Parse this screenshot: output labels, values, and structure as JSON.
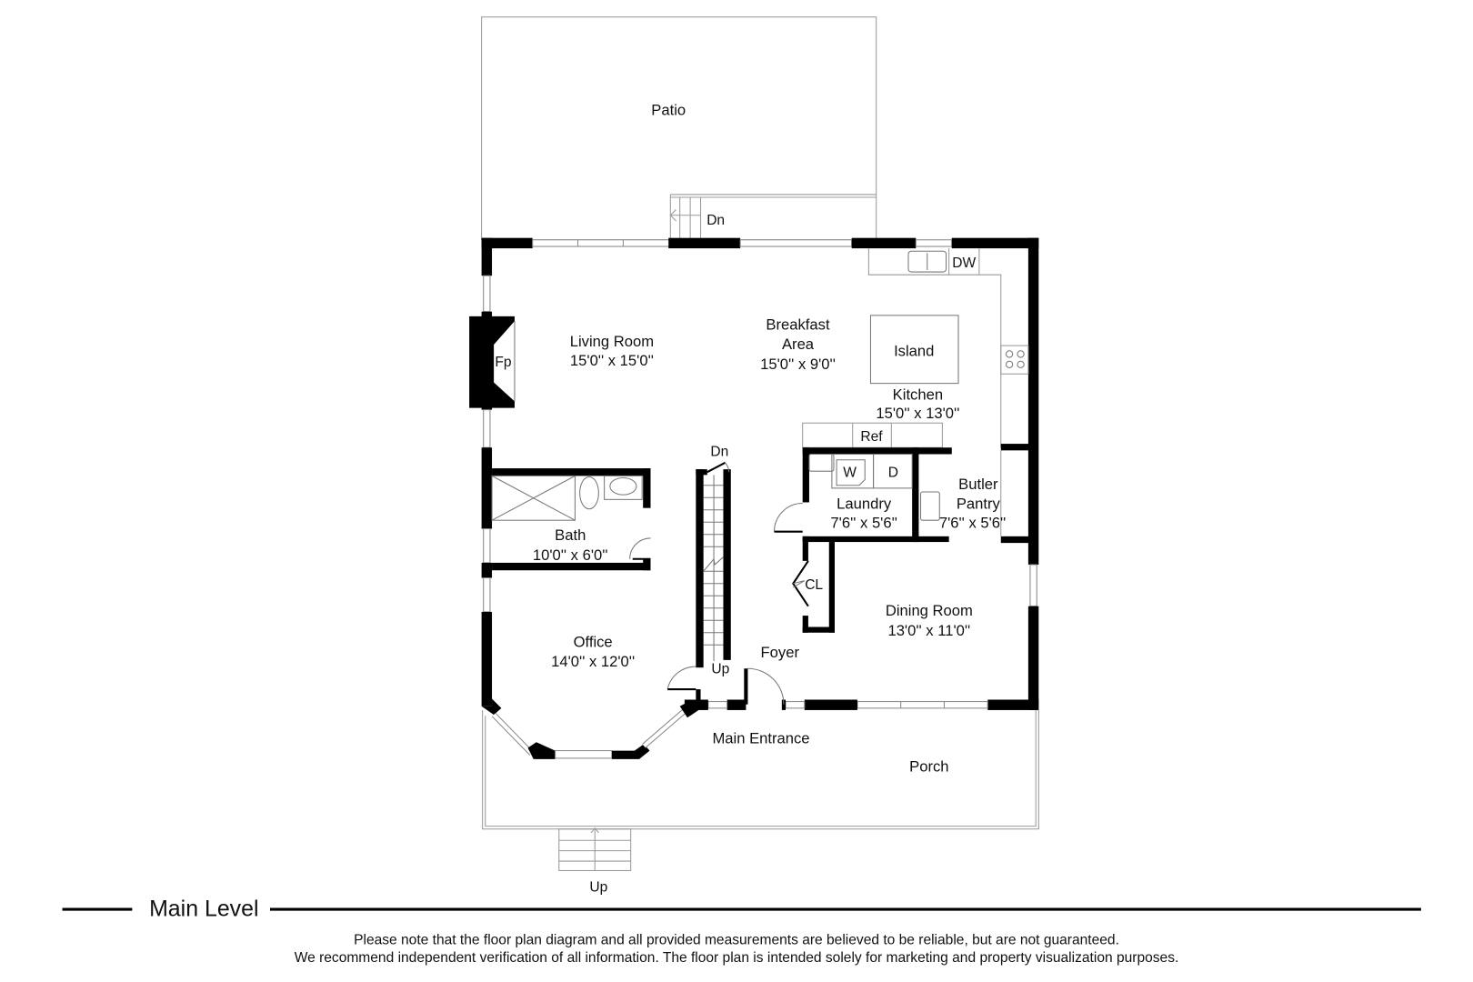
{
  "plan": {
    "level_title": "Main Level",
    "rooms": [
      {
        "name": "Patio",
        "dimensions": ""
      },
      {
        "name": "Living Room",
        "dimensions": "15'0'' x 15'0''"
      },
      {
        "name": "Breakfast Area",
        "line1": "Breakfast",
        "line2": "Area",
        "dimensions": "15'0'' x 9'0''"
      },
      {
        "name": "Kitchen",
        "dimensions": "15'0'' x 13'0''"
      },
      {
        "name": "Bath",
        "dimensions": "10'0'' x 6'0''"
      },
      {
        "name": "Laundry",
        "dimensions": "7'6'' x 5'6''"
      },
      {
        "name": "Butler Pantry",
        "line1": "Butler",
        "line2": "Pantry",
        "dimensions": "7'6'' x 5'6''"
      },
      {
        "name": "Office",
        "dimensions": "14'0'' x 12'0''"
      },
      {
        "name": "Dining Room",
        "dimensions": "13'0'' x 11'0''"
      },
      {
        "name": "Foyer",
        "dimensions": ""
      },
      {
        "name": "Main Entrance",
        "dimensions": ""
      },
      {
        "name": "Porch",
        "dimensions": ""
      }
    ],
    "fixtures": {
      "fireplace": "Fp",
      "dishwasher": "DW",
      "island": "Island",
      "refrigerator": "Ref",
      "washer": "W",
      "dryer": "D",
      "closet": "CL"
    },
    "stairs": {
      "patio_down": "Dn",
      "interior_down": "Dn",
      "interior_up": "Up",
      "porch_up": "Up"
    },
    "disclaimer": {
      "line1": "Please note that the floor plan diagram and all provided measurements are believed to be reliable, but are not guaranteed.",
      "line2": "We recommend independent verification of all information. The floor plan is intended solely for marketing and property visualization purposes."
    }
  }
}
